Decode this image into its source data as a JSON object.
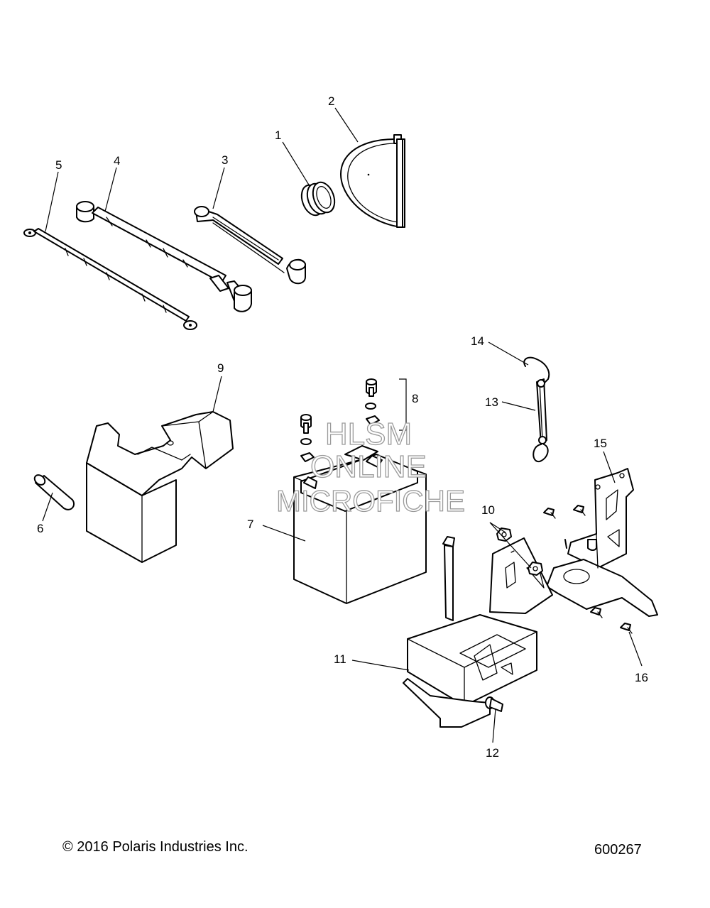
{
  "callouts": {
    "c1": "1",
    "c2": "2",
    "c3": "3",
    "c4": "4",
    "c5": "5",
    "c6": "6",
    "c7": "7",
    "c8": "8",
    "c9": "9",
    "c10": "10",
    "c11": "11",
    "c12": "12",
    "c13": "13",
    "c14": "14",
    "c15": "15",
    "c16": "16"
  },
  "watermark": {
    "line1": "HLSM",
    "line2": "ONLINE",
    "line3": "MICROFICHE"
  },
  "footer": {
    "copyright": "© 2016 Polaris Industries Inc.",
    "diagram_id": "600267"
  }
}
